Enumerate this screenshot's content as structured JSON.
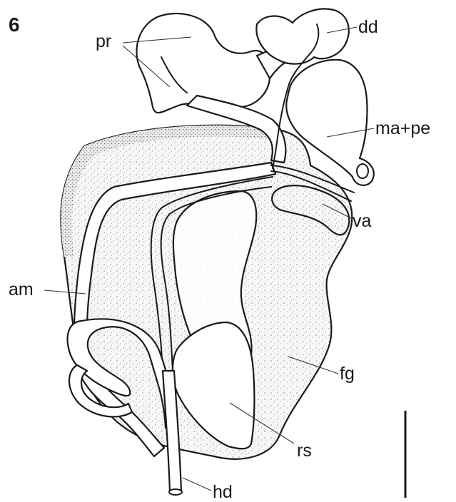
{
  "figure": {
    "number": "6",
    "labels": {
      "pr": "pr",
      "dd": "dd",
      "ma_pe": "ma+pe",
      "va": "va",
      "am": "am",
      "fg": "fg",
      "rs": "rs",
      "hd": "hd"
    },
    "colors": {
      "ink": "#1a1a1a",
      "stipple": "#c8c8c8",
      "background": "#ffffff"
    }
  }
}
